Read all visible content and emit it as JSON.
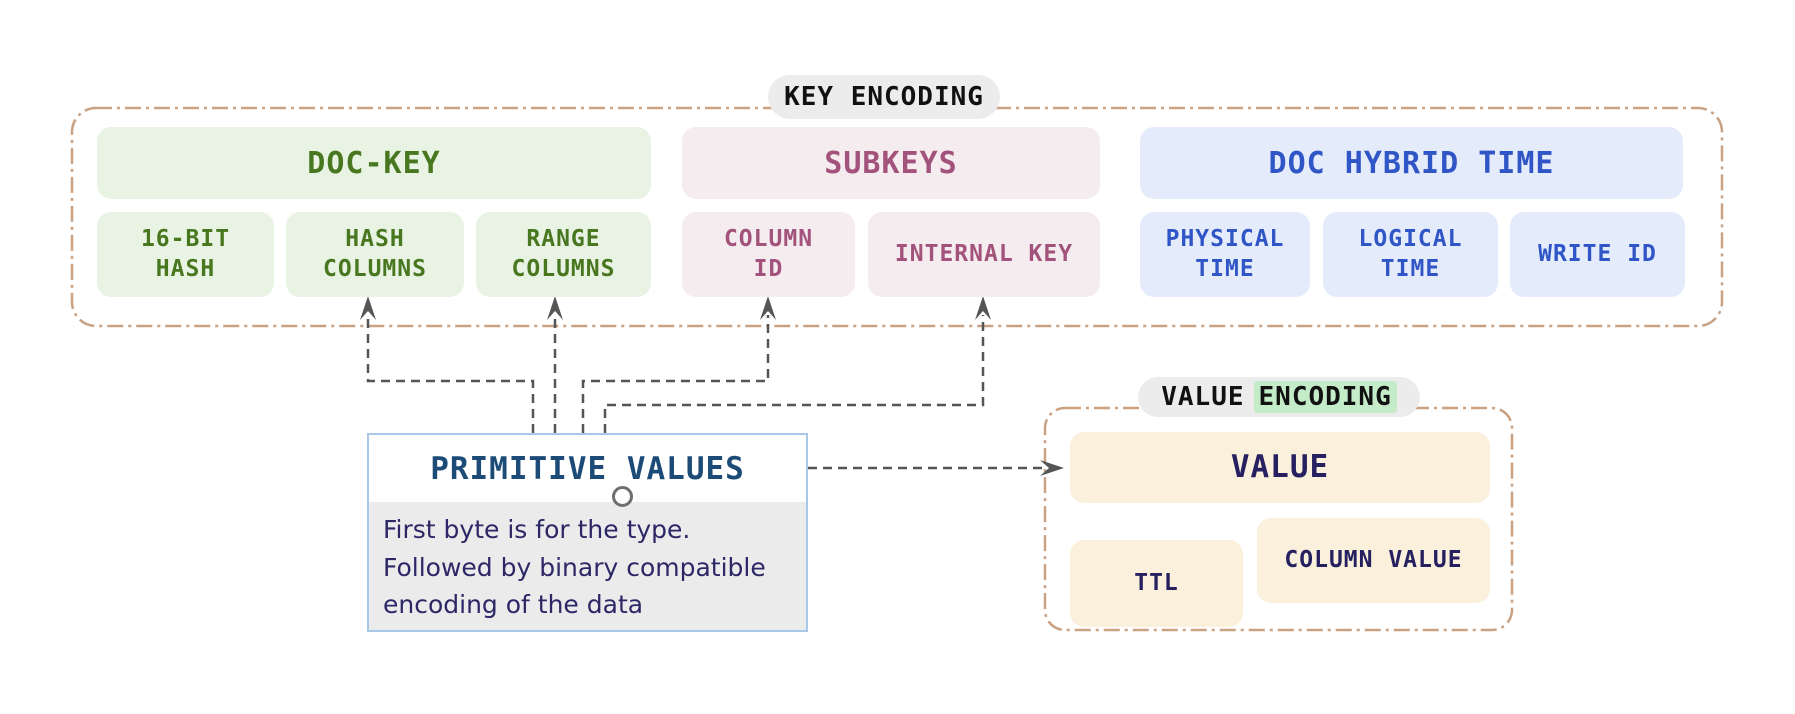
{
  "key_encoding": {
    "badge": "KEY ENCODING",
    "groups": [
      {
        "title": "DOC-KEY",
        "color": "green",
        "sub": [
          "16-BIT HASH",
          "HASH COLUMNS",
          "RANGE COLUMNS"
        ]
      },
      {
        "title": "SUBKEYS",
        "color": "pink",
        "sub": [
          "COLUMN ID",
          "INTERNAL KEY"
        ]
      },
      {
        "title": "DOC HYBRID TIME",
        "color": "blue",
        "sub": [
          "PHYSICAL TIME",
          "LOGICAL TIME",
          "WRITE ID"
        ]
      }
    ]
  },
  "primitive_values": {
    "title": "PRIMITIVE VALUES",
    "description": "First byte is for the type. Followed by binary compatible encoding of the data"
  },
  "value_encoding": {
    "badge_plain": "VALUE",
    "badge_highlight": "ENCODING",
    "value_label": "VALUE",
    "ttl_label": "TTL",
    "column_value_label": "COLUMN VALUE"
  },
  "palette": {
    "background": "#ffffff",
    "dashed_border_tan": "#c9a183",
    "arrow_gray": "#555555",
    "badge_bg": "#ececec",
    "badge_text": "#111111",
    "badge_highlight_green": "#c4ecc9",
    "green_bg": "#e9f3e4",
    "green_text": "#48771f",
    "pink_bg": "#f4ecee",
    "pink_text": "#a2527b",
    "blue_bg": "#e4ebfa",
    "blue_text": "#2f55c6",
    "cream_bg": "#faf0dc",
    "navy_text": "#262060",
    "pv_border": "#a9c7e6",
    "pv_title_text": "#1c4b77",
    "pv_body_bg": "#ebebeb",
    "pv_body_text": "#2d2766"
  }
}
